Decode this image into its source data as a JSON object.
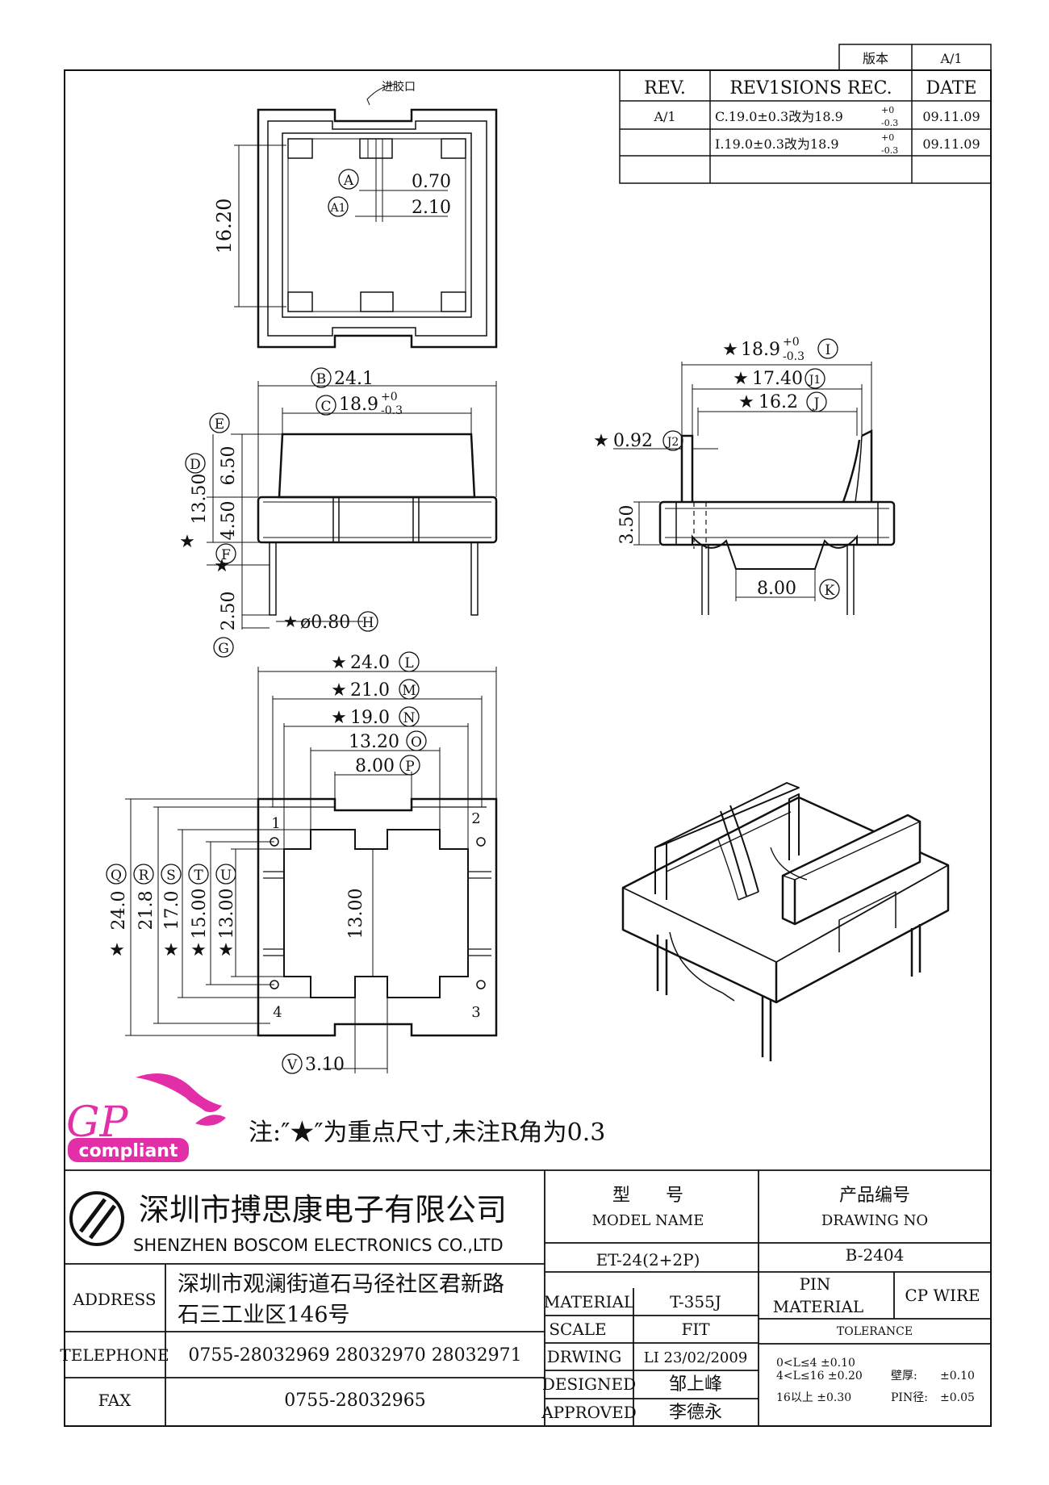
{
  "revision_box": {
    "version_label": "版本",
    "version_value": "A/1",
    "headers": [
      "REV.",
      "REV1SIONS REC.",
      "DATE"
    ],
    "rows": [
      {
        "rev": "A/1",
        "rec_prefix": "C.19.0±0.3改为18.9",
        "sup": "+0",
        "sub": "-0.3",
        "date": "09.11.09"
      },
      {
        "rev": "",
        "rec_prefix": "I.19.0±0.3改为18.9",
        "sup": "+0",
        "sub": "-0.3",
        "date": "09.11.09"
      }
    ]
  },
  "top_view": {
    "gate_label": "进胶口",
    "dims": {
      "height": "16.20",
      "A_label": "A",
      "A_value": "0.70",
      "A1_label": "A1",
      "A1_value": "2.10"
    }
  },
  "front_view": {
    "B_label": "B",
    "B_value": "24.1",
    "C_label": "C",
    "C_value": "18.9",
    "C_sup": "+0",
    "C_sub": "-0.3",
    "E_label": "E",
    "D_label": "D",
    "D_value": "13.50",
    "upper_value": "6.50",
    "lower_value": "4.50",
    "F_label": "F",
    "G_label": "G",
    "G_value": "2.50",
    "H_label": "H",
    "H_value": "ø0.80"
  },
  "side_view": {
    "I_label": "I",
    "I_value": "18.9",
    "I_sup": "+0",
    "I_sub": "-0.3",
    "J1_label": "J1",
    "J1_value": "17.40",
    "J_label": "J",
    "J_value": "16.2",
    "J2_label": "J2",
    "J2_value": "0.92",
    "height_value": "3.50",
    "K_label": "K",
    "K_value": "8.00"
  },
  "bottom_view": {
    "L_label": "L",
    "L_value": "24.0",
    "M_label": "M",
    "M_value": "21.0",
    "N_label": "N",
    "N_value": "19.0",
    "O_label": "O",
    "O_value": "13.20",
    "P_label": "P",
    "P_value": "8.00",
    "Q_label": "Q",
    "Q_value": "24.0",
    "R_label": "R",
    "R_value": "21.8",
    "S_label": "S",
    "S_value": "17.0",
    "T_label": "T",
    "T_value": "15.00",
    "U_label": "U",
    "U_value": "13.00",
    "center_value": "13.00",
    "V_label": "V",
    "V_value": "3.10",
    "pins": [
      "1",
      "2",
      "3",
      "4"
    ]
  },
  "logo": {
    "gp": "GP",
    "compliant": "compliant"
  },
  "note": "注:″★″为重点尺寸,未注R角为0.3",
  "star": "★",
  "title_block": {
    "company_cn": "深圳市搏思康电子有限公司",
    "company_en": "SHENZHEN BOSCOM ELECTRONICS CO.,LTD",
    "model_cn": "型　　号",
    "model_en": "MODEL NAME",
    "model_value": "ET-24(2+2P)",
    "drawing_cn": "产品编号",
    "drawing_en": "DRAWING NO",
    "drawing_value": "B-2404",
    "address_label": "ADDRESS",
    "address_line1": "深圳市观澜街道石马径社区君新路",
    "address_line2": "石三工业区146号",
    "telephone_label": "TELEPHONE",
    "telephone_value": "0755-28032969 28032970 28032971",
    "fax_label": "FAX",
    "fax_value": "0755-28032965",
    "material_label": "MATERIAL",
    "material_value": "T-355J",
    "scale_label": "SCALE",
    "scale_value": "FIT",
    "drwing_label": "DRWING",
    "drwing_value": "LI 23/02/2009",
    "designed_label": "DESIGNED",
    "designed_value": "邹上峰",
    "approved_label": "APPROVED",
    "approved_value": "李德永",
    "pin_material_label1": "PIN",
    "pin_material_label2": "MATERIAL",
    "pin_material_value": "CP WIRE",
    "tolerance_label": "TOLERANCE",
    "tol_row1": "0<L≤4  ±0.10",
    "tol_row2": "4<L≤16 ±0.20",
    "tol_row3": "16以上    ±0.30",
    "wall_label": "壁厚:",
    "wall_value": "±0.10",
    "pin_dia_label": "PIN径:",
    "pin_dia_value": "±0.05"
  }
}
